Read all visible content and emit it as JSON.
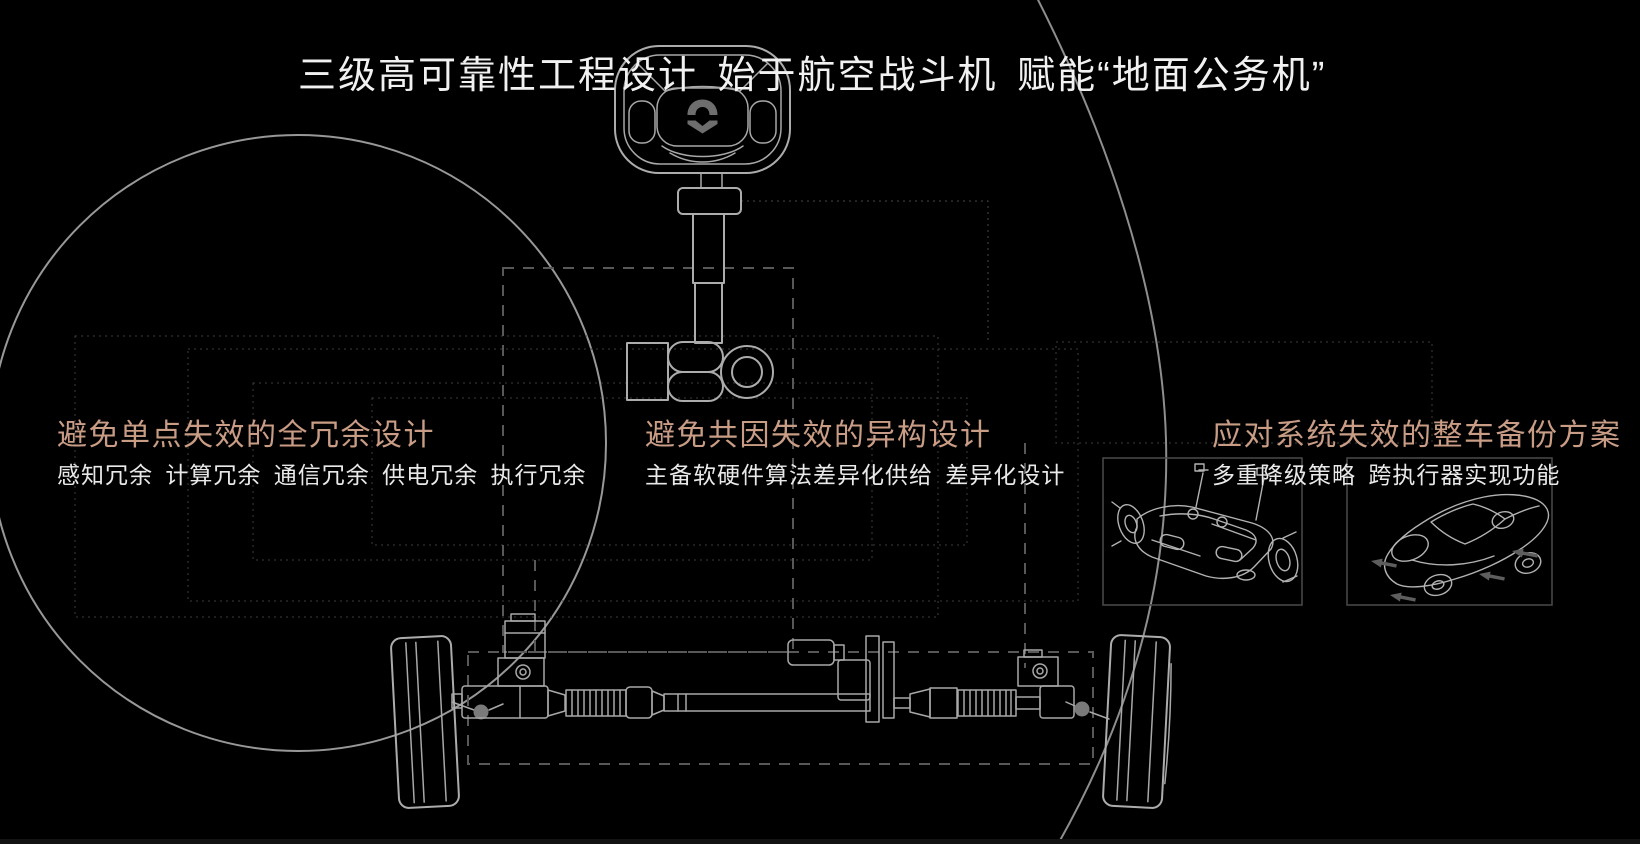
{
  "slide": {
    "title": "三级高可靠性工程设计 始于航空战斗机 赋能“地面公务机”",
    "background_color": "#000000",
    "title_color": "#f1f1f1",
    "accent_color": "#c89c85",
    "detail_color": "#e9e9e9",
    "line_art_color": "#acacac",
    "brand_mark": "nio-logo"
  },
  "pillars": [
    {
      "heading": "避免单点失效的全冗余设计",
      "detail": "感知冗余 计算冗余 通信冗余 供电冗余 执行冗余"
    },
    {
      "heading": "避免共因失效的异构设计",
      "detail": "主备软硬件算法差异化供给 差异化设计"
    },
    {
      "heading": "应对系统失效的整车备份方案",
      "detail": "多重降级策略 跨执行器实现功能"
    }
  ],
  "diagram": {
    "illustrations": [
      {
        "name": "steering-wheel-with-nio-logo",
        "style": "white-outline"
      },
      {
        "name": "steering-column-and-shaft",
        "style": "white-outline"
      },
      {
        "name": "steer-by-wire-rack-with-front-wheels",
        "style": "white-outline"
      },
      {
        "name": "rear-suspension-backup-module",
        "style": "white-outline-boxed"
      },
      {
        "name": "vehicle-body-backup",
        "style": "white-outline-boxed"
      }
    ]
  }
}
